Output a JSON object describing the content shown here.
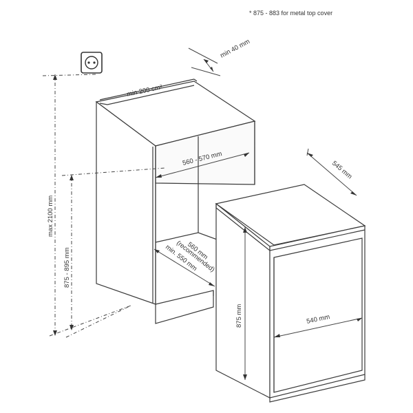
{
  "footnote": "* 875 - 883 for metal top cover",
  "labels": {
    "min_gap": "min 40 mm",
    "vent_area": "min 200 cm²",
    "niche_width": "560 - 570 mm",
    "niche_depth_line1": "560 mm",
    "niche_depth_line2": "(recommended)",
    "niche_depth_line3": "min. 550 mm",
    "max_height": "max 2100 mm",
    "niche_height": "875 - 895 mm",
    "appliance_depth": "545 mm",
    "appliance_width": "540 mm",
    "appliance_height": "875 mm"
  }
}
